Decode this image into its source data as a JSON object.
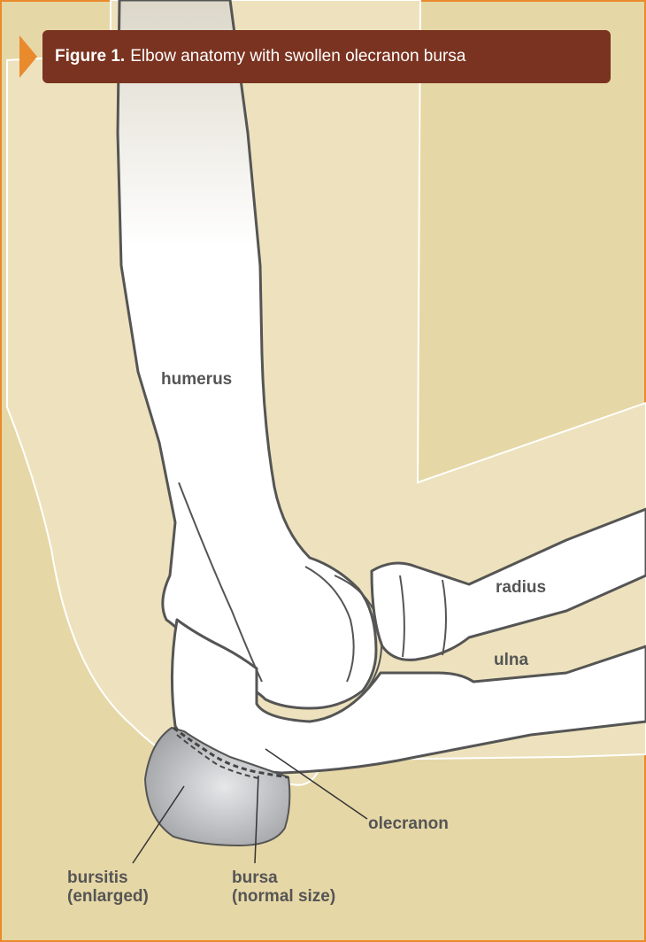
{
  "figure": {
    "number": "Figure 1.",
    "title": "Elbow anatomy with swollen olecranon bursa"
  },
  "labels": {
    "humerus": "humerus",
    "radius": "radius",
    "ulna": "ulna",
    "olecranon": "olecranon",
    "bursitis_line1": "bursitis",
    "bursitis_line2": "(enlarged)",
    "bursa_line1": "bursa",
    "bursa_line2": "(normal size)"
  },
  "colors": {
    "frame_border": "#e98a2c",
    "background": "#e6d7a6",
    "arm_skin": "#ede2bd",
    "bone": "#ffffff",
    "bone_outline": "#555555",
    "bursa": "#a9aaad",
    "title_bar": "#7a3320",
    "accent_arrow": "#e98a2c"
  }
}
